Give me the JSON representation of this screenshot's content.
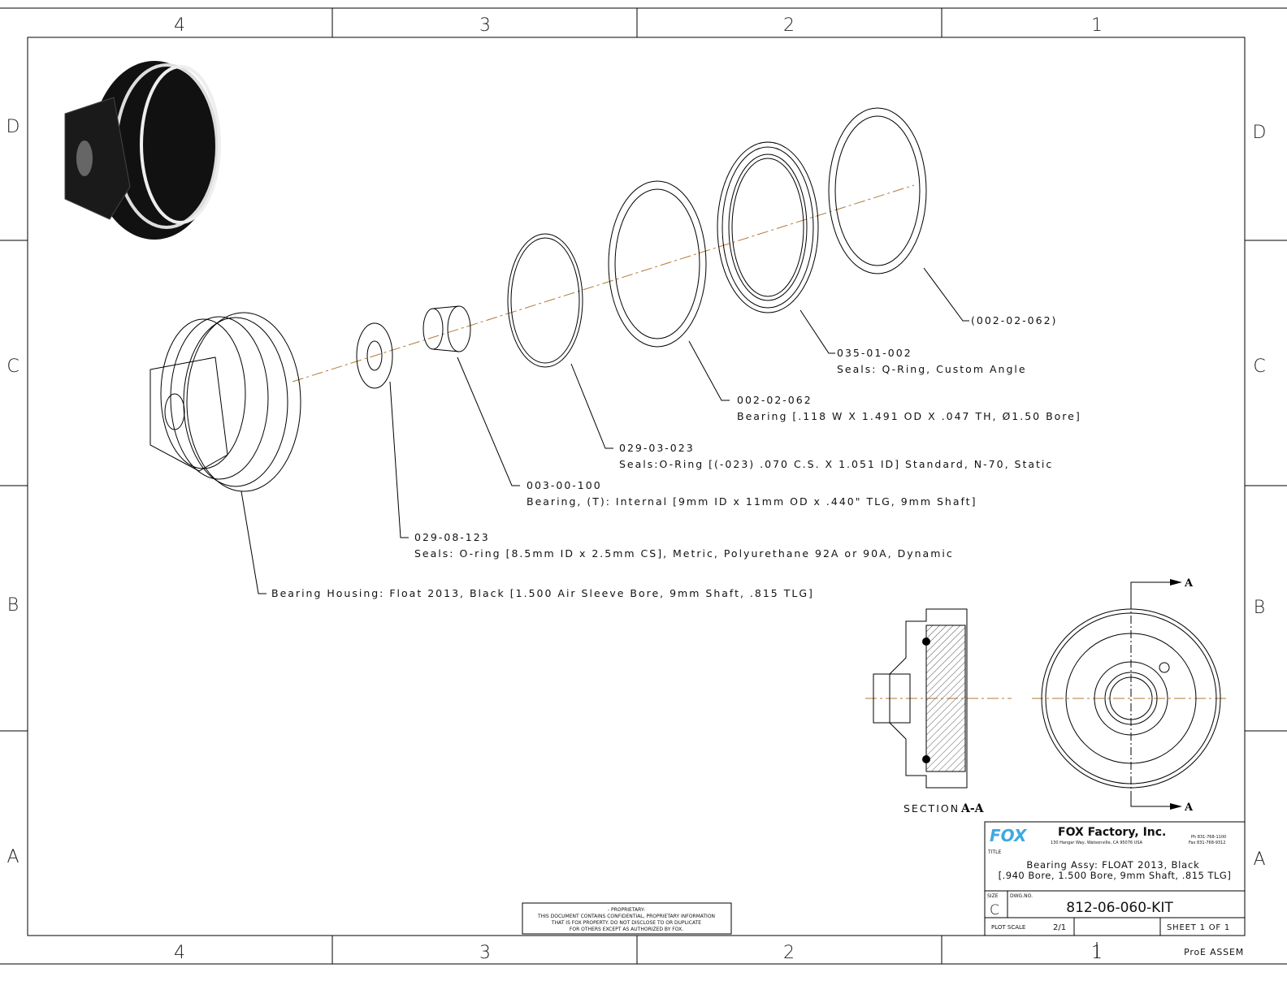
{
  "zones": {
    "columns": [
      "4",
      "3",
      "2",
      "1"
    ],
    "rows": [
      "D",
      "C",
      "B",
      "A"
    ]
  },
  "callouts": [
    {
      "part_no": "(002-02-062)",
      "desc": ""
    },
    {
      "part_no": "035-01-002",
      "desc": "Seals: Q-Ring, Custom Angle"
    },
    {
      "part_no": "002-02-062",
      "desc": "Bearing [.118 W X 1.491 OD X .047 TH, Ø1.50 Bore]"
    },
    {
      "part_no": "029-03-023",
      "desc": "Seals:O-Ring [(-023) .070 C.S. X 1.051 ID] Standard, N-70, Static"
    },
    {
      "part_no": "003-00-100",
      "desc": "Bearing, (T): Internal [9mm ID x 11mm OD x .440\" TLG, 9mm Shaft]"
    },
    {
      "part_no": "029-08-123",
      "desc": "Seals: O-ring [8.5mm ID x 2.5mm CS], Metric, Polyurethane 92A or 90A, Dynamic"
    },
    {
      "part_no": "",
      "desc": "Bearing Housing: Float 2013, Black [1.500 Air Sleeve Bore, 9mm Shaft, .815 TLG]"
    }
  ],
  "section": {
    "label": "SECTION",
    "name": "A-A",
    "arrow_label": "A"
  },
  "proprietary": {
    "line1": "- PROPRIETARY-",
    "line2": "THIS DOCUMENT CONTAINS CONFIDENTIAL, PROPRIETARY INFORMATION",
    "line3": "THAT IS FOX PROPERTY.  DO NOT DISCLOSE TO OR DUPLICATE",
    "line4": "FOR OTHERS EXCEPT AS AUTHORIZED BY FOX."
  },
  "title_block": {
    "logo": "FOX",
    "company": "FOX Factory, Inc.",
    "address": "130 Hangar Way, Watsonville, CA 95076 USA",
    "phone": "Ph 831-768-1100",
    "fax": "Fax 831-768-9312",
    "title_label": "TITLE",
    "title_line1": "Bearing Assy: FLOAT 2013, Black",
    "title_line2": "[.940 Bore, 1.500 Bore, 9mm Shaft, .815 TLG]",
    "size_label": "SIZE",
    "size": "C",
    "dwg_label": "DWG.NO.",
    "dwg_no": "812-06-060-KIT",
    "plot_scale_label": "PLOT SCALE",
    "plot_scale": "2/1",
    "sheet": "SHEET  1 OF 1",
    "footer": "ProE ASSEM"
  },
  "colors": {
    "logo": "#3fa9e0",
    "centerline": "#b07a3a"
  }
}
